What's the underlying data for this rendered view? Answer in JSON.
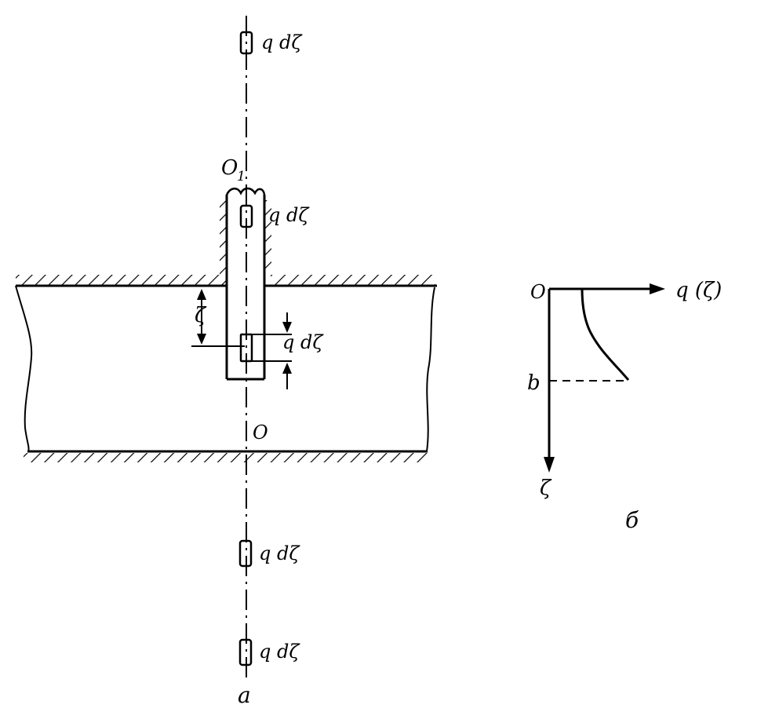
{
  "labels": {
    "source_top": "q dζ",
    "source_pipe": "q dζ",
    "source_layer": "q dζ",
    "source_image1": "q dζ",
    "source_image2": "q dζ",
    "point_o1": "O",
    "point_o1_sub": "1",
    "point_o": "O",
    "depth_zeta": "ζ",
    "panel_a": "a",
    "graph_origin": "O",
    "graph_q_axis": "q (ζ)",
    "graph_b": "b",
    "graph_zeta_axis": "ζ",
    "panel_b": "б"
  },
  "colors": {
    "ink": "#000000",
    "paper": "#ffffff"
  }
}
